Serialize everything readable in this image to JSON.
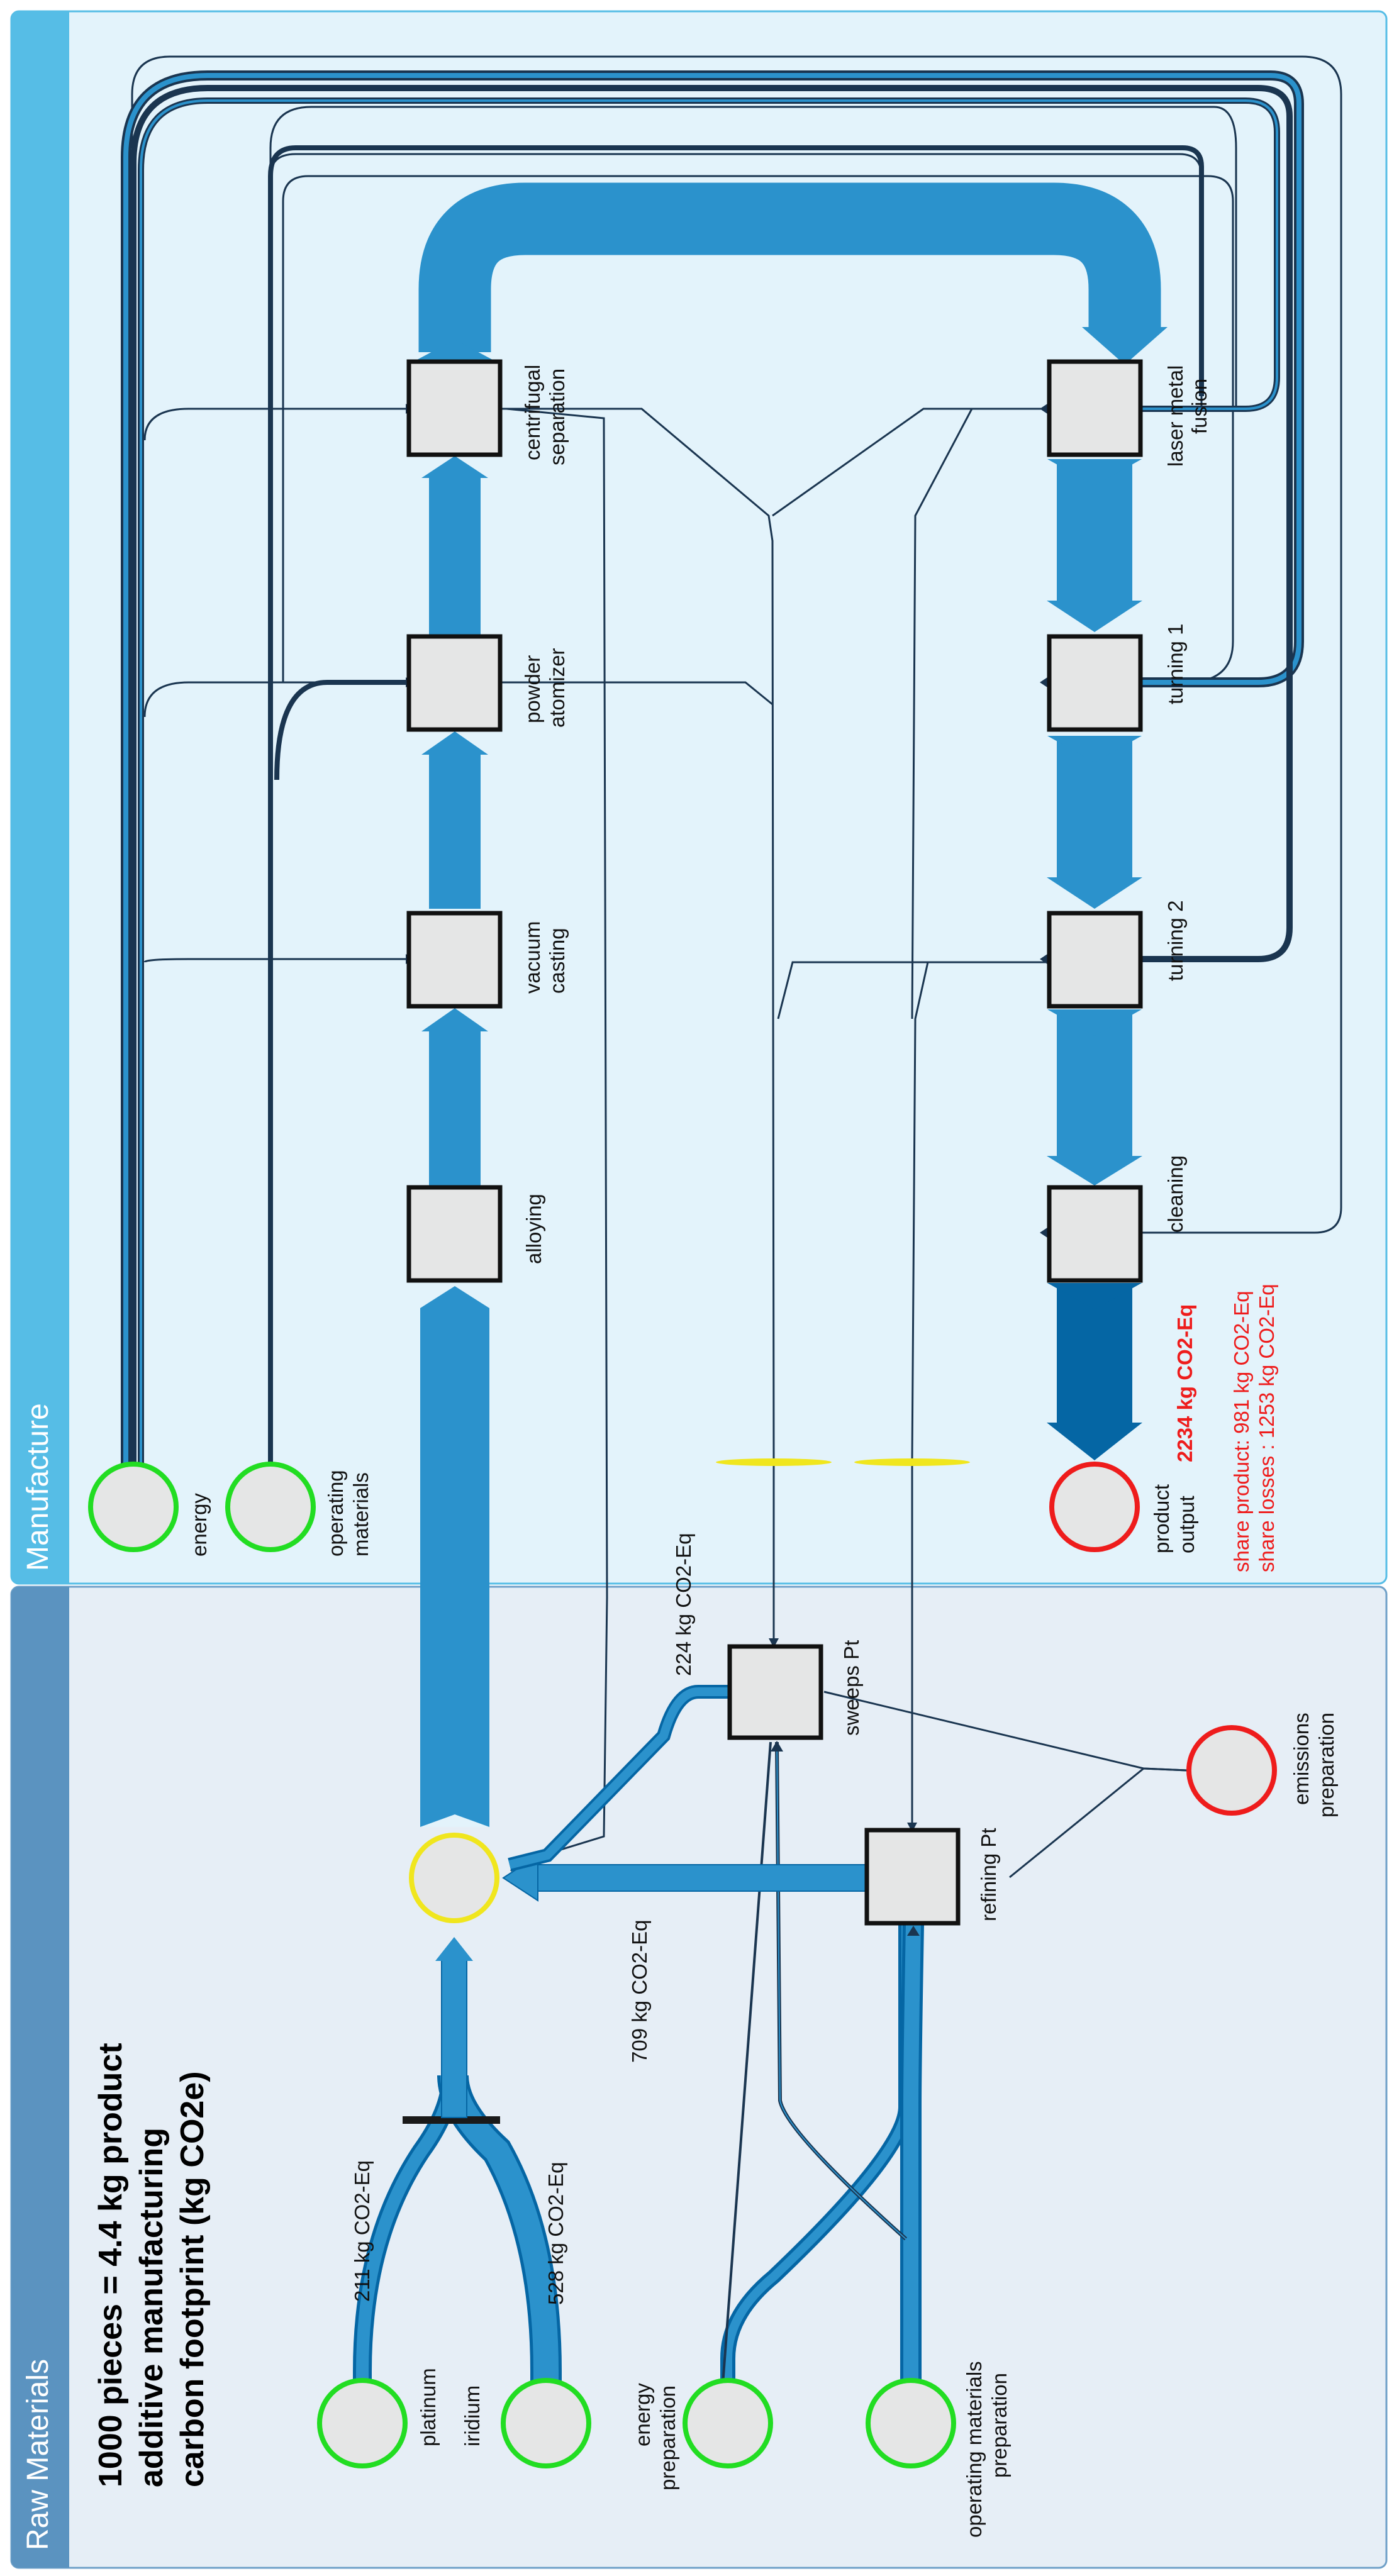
{
  "panels": {
    "raw_materials": "Raw Materials",
    "manufacture": "Manufacture"
  },
  "title": {
    "line1": "1000 pieces = 4.4 kg product",
    "line2": "additive manufacturing",
    "line3": "carbon footprint (kg CO2e)"
  },
  "inputs": {
    "platinum": "platinum",
    "iridium": "iridium",
    "energy_prep_1": "energy",
    "energy_prep_2": "preparation",
    "opmat_prep_1": "operating materials",
    "opmat_prep_2": "preparation",
    "emissions_1": "emissions",
    "emissions_2": "preparation",
    "energy": "energy",
    "opmat_1": "operating",
    "opmat_2": "materials"
  },
  "processes": {
    "sweeps": "sweeps Pt",
    "refining": "refining Pt",
    "alloying": "alloying",
    "vacuum_1": "vacuum",
    "vacuum_2": "casting",
    "powder_1": "powder",
    "powder_2": "atomizer",
    "centrifugal_1": "centrifugal",
    "centrifugal_2": "separation",
    "laser_1": "laser metal",
    "laser_2": "fusion",
    "turning1": "turning 1",
    "turning2": "turning 2",
    "cleaning": "cleaning"
  },
  "flows": {
    "platinum": "211 kg CO2-Eq",
    "iridium": "528 kg CO2-Eq",
    "refining": "709 kg CO2-Eq",
    "sweeps": "224 kg CO2-Eq"
  },
  "output": {
    "label_1": "product",
    "label_2": "output",
    "total": "2234 kg CO2-Eq",
    "share_product": "share product:  981 kg CO2-Eq",
    "share_losses": "share losses : 1253 kg CO2-Eq"
  },
  "colors": {
    "flow": "#2b92cc",
    "flow_dark": "#0566a4",
    "panel_left": "#e6eef6",
    "panel_right": "#e3f3fb",
    "header_left": "#5b93c0",
    "header_right": "#56bde6",
    "green": "#22dd22",
    "red": "#ee1c1c",
    "yellow": "#f0e61e",
    "red_text": "#ee1c1c"
  }
}
